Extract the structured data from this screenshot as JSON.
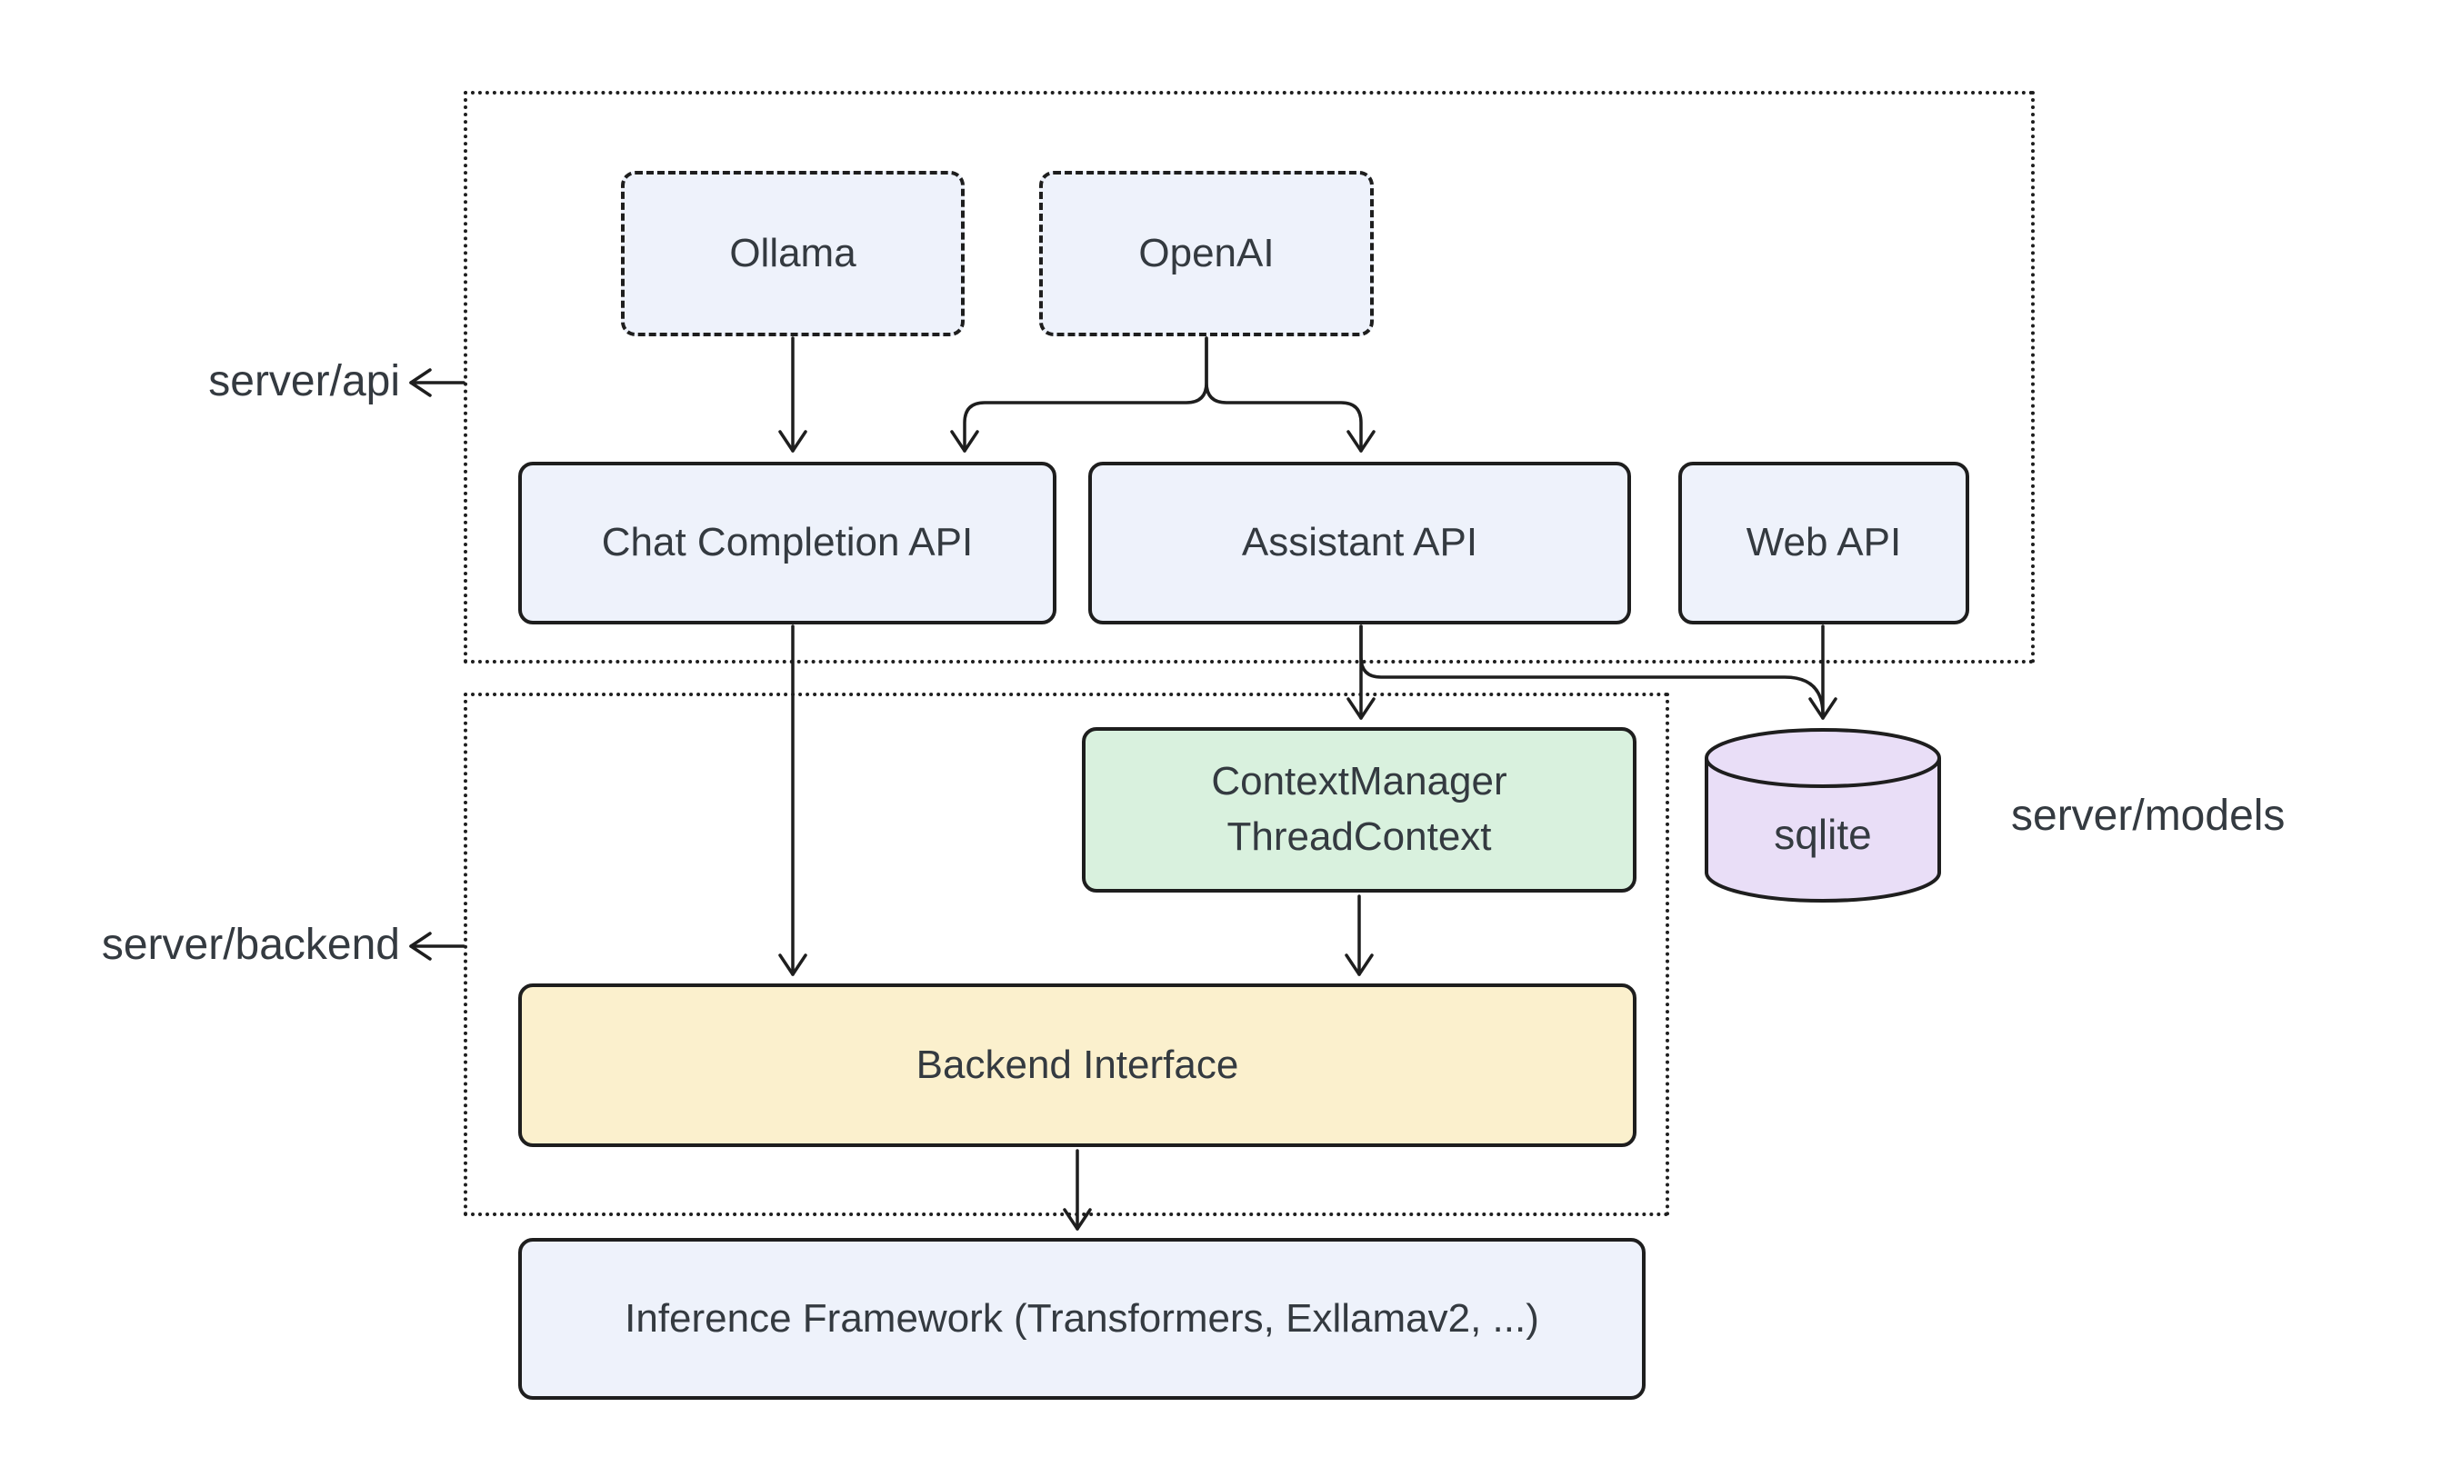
{
  "groups": {
    "api": {
      "label": "server/api"
    },
    "backend": {
      "label": "server/backend"
    },
    "models": {
      "label": "server/models"
    }
  },
  "nodes": {
    "ollama": {
      "label": "Ollama"
    },
    "openai": {
      "label": "OpenAI"
    },
    "chat": {
      "label": "Chat Completion API"
    },
    "assistant": {
      "label": "Assistant API"
    },
    "web": {
      "label": "Web API"
    },
    "context": {
      "line1": "ContextManager",
      "line2": "ThreadContext"
    },
    "sqlite": {
      "label": "sqlite"
    },
    "backend_interface": {
      "label": "Backend Interface"
    },
    "inference": {
      "label": "Inference Framework (Transformers, Exllamav2, ...)"
    }
  },
  "edges": [
    {
      "from": "Ollama",
      "to": "Chat Completion API"
    },
    {
      "from": "OpenAI",
      "to": "Chat Completion API"
    },
    {
      "from": "OpenAI",
      "to": "Assistant API"
    },
    {
      "from": "Chat Completion API",
      "to": "Backend Interface"
    },
    {
      "from": "Assistant API",
      "to": "ContextManager ThreadContext"
    },
    {
      "from": "Assistant API",
      "to": "sqlite"
    },
    {
      "from": "Web API",
      "to": "sqlite"
    },
    {
      "from": "ContextManager ThreadContext",
      "to": "Backend Interface"
    },
    {
      "from": "Backend Interface",
      "to": "Inference Framework (Transformers, Exllamav2, ...)"
    }
  ],
  "colors": {
    "background": "#ffffff",
    "stroke": "#1e1e1e",
    "text": "#343a40",
    "node_blue": "#eef2fb",
    "node_green": "#d9f1de",
    "node_yellow": "#fbf0cd",
    "node_purple": "#e9def7"
  }
}
